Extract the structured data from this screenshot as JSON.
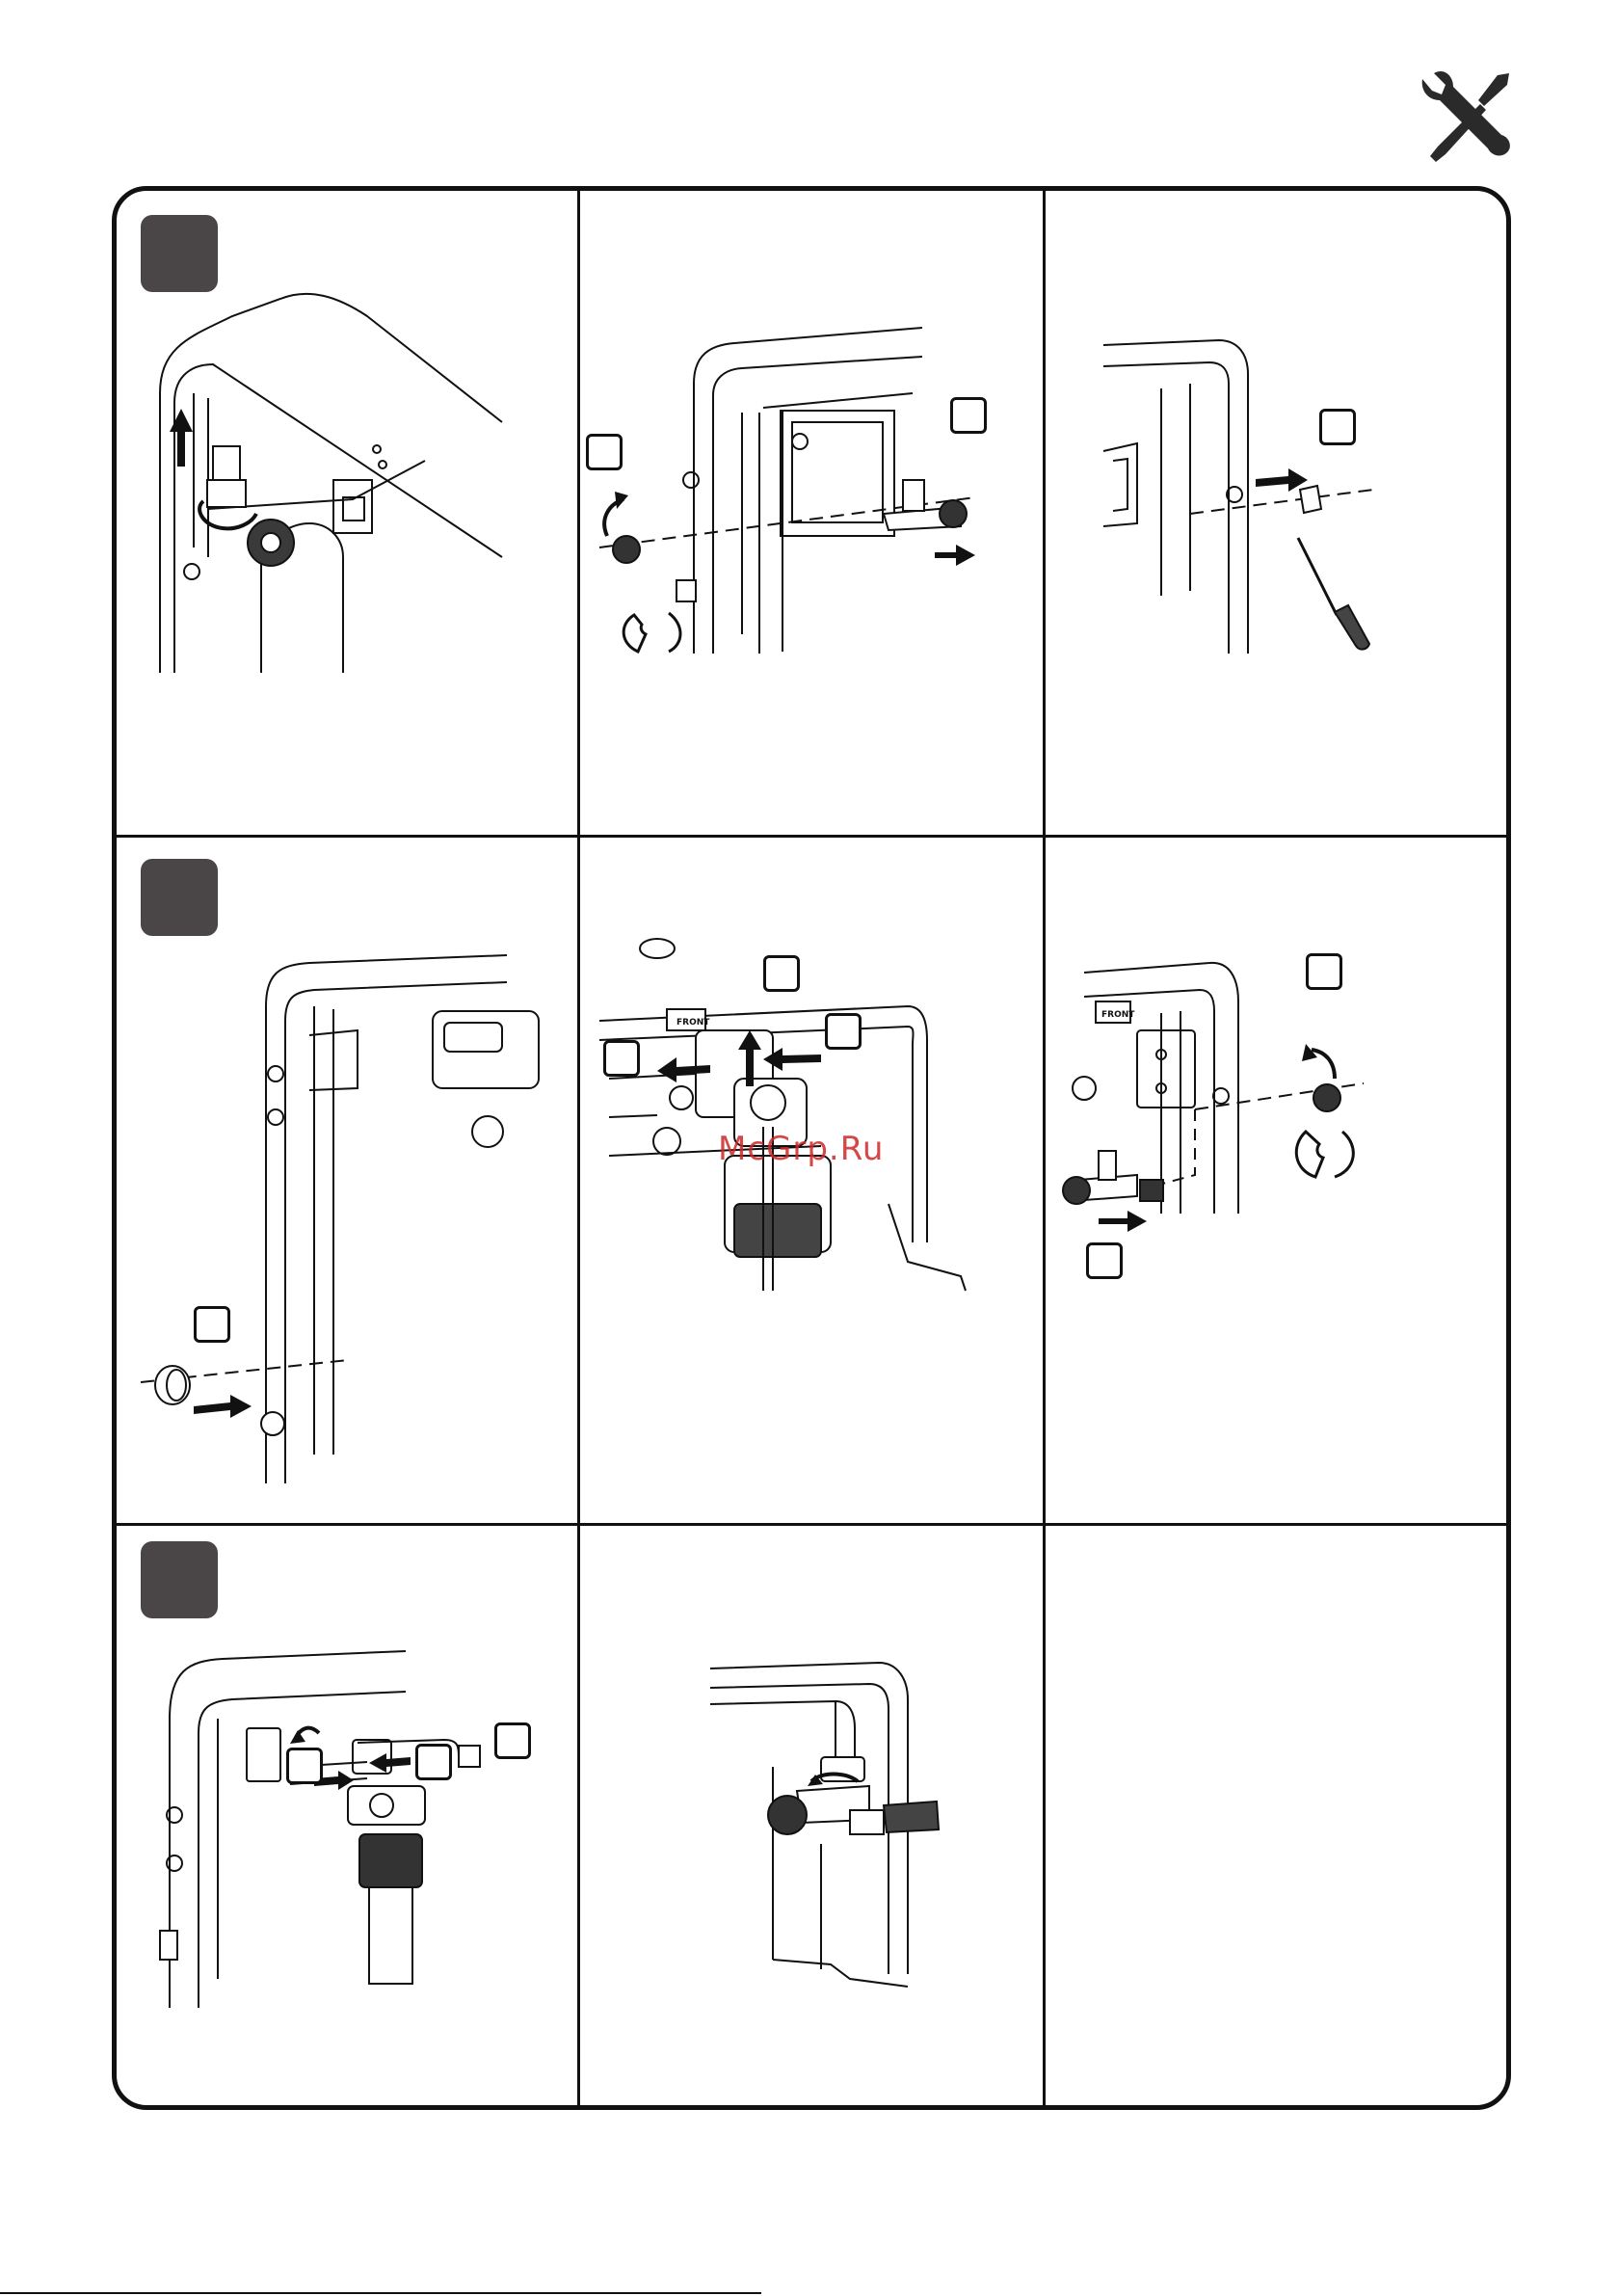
{
  "header": {
    "icon": "tools-icon"
  },
  "steps": [
    {
      "label": "",
      "row": 1
    },
    {
      "label": "",
      "row": 2
    },
    {
      "label": "",
      "row": 3
    }
  ],
  "panels": [
    {
      "id": "1a",
      "callouts": []
    },
    {
      "id": "1b",
      "callouts": [
        "",
        ""
      ]
    },
    {
      "id": "1c",
      "callouts": [
        ""
      ]
    },
    {
      "id": "2a",
      "callouts": [
        ""
      ]
    },
    {
      "id": "2b",
      "callouts": [
        "",
        "",
        ""
      ],
      "tag": "FRONT"
    },
    {
      "id": "2c",
      "callouts": [
        "",
        ""
      ],
      "tag": "FRONT"
    },
    {
      "id": "3a",
      "callouts": [
        "",
        "",
        ""
      ]
    },
    {
      "id": "3b",
      "callouts": []
    },
    {
      "id": "3c",
      "callouts": []
    }
  ],
  "watermark": "McGrp.Ru",
  "colors": {
    "badge": "#4a4546",
    "line": "#111111",
    "watermark": "#cc2828"
  }
}
